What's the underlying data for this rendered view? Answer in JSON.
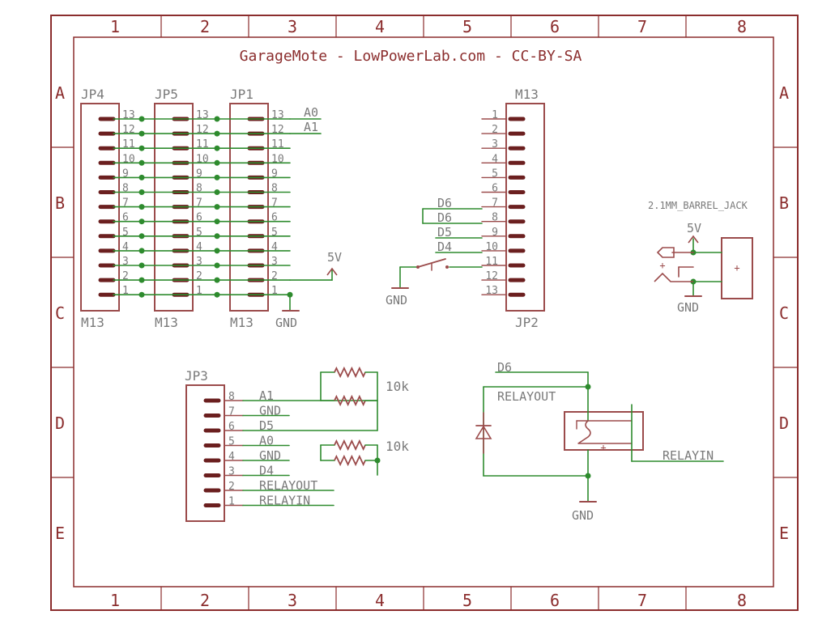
{
  "title": "GarageMote - LowPowerLab.com - CC-BY-SA",
  "frame": {
    "columns": [
      "1",
      "2",
      "3",
      "4",
      "5",
      "6",
      "7",
      "8"
    ],
    "rows": [
      "A",
      "B",
      "C",
      "D",
      "E"
    ]
  },
  "colors": {
    "frame": "#8b2d2d",
    "wire": "#2e8b2e",
    "part": "#9b4b4b",
    "pin": "#6b1f1f",
    "label": "#7a7a7a",
    "junction": "#2e8b2e"
  },
  "headers": {
    "jp4": {
      "name": "JP4",
      "value": "M13"
    },
    "jp5": {
      "name": "JP5",
      "value": "M13"
    },
    "jp1": {
      "name": "JP1",
      "value": "M13"
    },
    "m13": {
      "name": "M13",
      "value": "JP2"
    },
    "pins13": [
      "13",
      "12",
      "11",
      "10",
      "9",
      "8",
      "7",
      "6",
      "5",
      "4",
      "3",
      "2",
      "1"
    ],
    "pins13_right": [
      "1",
      "2",
      "3",
      "4",
      "5",
      "6",
      "7",
      "8",
      "9",
      "10",
      "11",
      "12",
      "13"
    ]
  },
  "net_labels": {
    "a0_top": "A0",
    "a1_top": "A1",
    "fivev_left": "5V",
    "gnd_left": "GND",
    "d6_a": "D6",
    "d6_b": "D6",
    "d5": "D5",
    "d4": "D4",
    "gnd_switch": "GND"
  },
  "barrel": {
    "name": "2.1MM_BARREL_JACK",
    "fivev": "5V",
    "gnd": "GND",
    "plus1": "+",
    "plus2": "+"
  },
  "jp3": {
    "name": "JP3",
    "pins": [
      "8",
      "7",
      "6",
      "5",
      "4",
      "3",
      "2",
      "1"
    ],
    "nets": [
      "A1",
      "GND",
      "D5",
      "A0",
      "GND",
      "D4",
      "RELAYOUT",
      "RELAYIN"
    ],
    "res1": "10k",
    "res2": "10k"
  },
  "relay": {
    "d6": "D6",
    "relayout": "RELAYOUT",
    "relayin": "RELAYIN",
    "gnd": "GND",
    "plus": "+"
  }
}
